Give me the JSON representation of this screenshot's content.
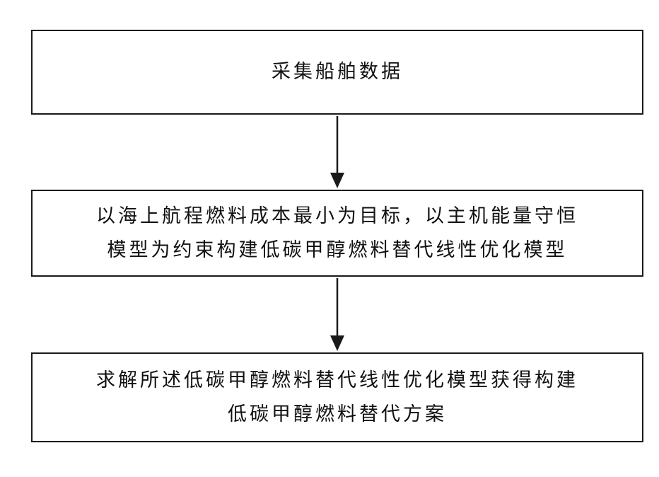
{
  "flowchart": {
    "steps": [
      {
        "text": "采集船舶数据"
      },
      {
        "text": "以海上航程燃料成本最小为目标，以主机能量守恒\n模型为约束构建低碳甲醇燃料替代线性优化模型"
      },
      {
        "text": "求解所述低碳甲醇燃料替代线性优化模型获得构建\n低碳甲醇燃料替代方案"
      }
    ],
    "colors": {
      "stroke": "#1a1a1a",
      "text": "#111111",
      "background": "#ffffff"
    }
  }
}
